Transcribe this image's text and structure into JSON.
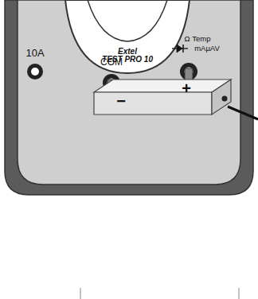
{
  "diagram": {
    "nodes": [
      {
        "text": [
          "−",
          "+"
        ]
      }
    ],
    "labels": [
      "Extel",
      "TEST PRO 10",
      "10A",
      "COM",
      "Ω Temp",
      "mAµAV"
    ]
  }
}
